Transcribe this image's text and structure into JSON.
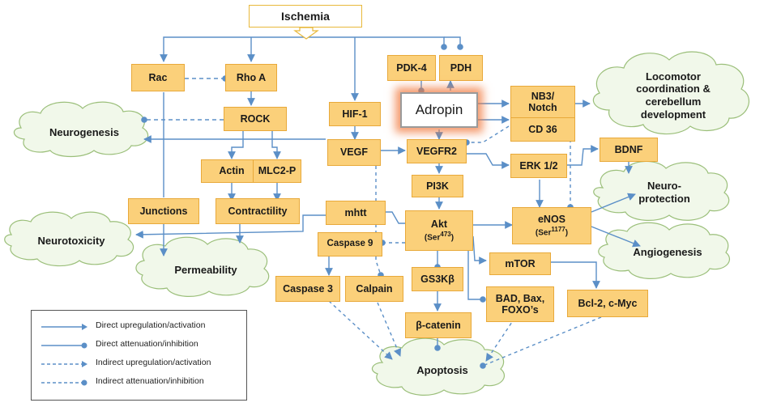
{
  "nodes": {
    "ischemia": "Ischemia",
    "rac": "Rac",
    "rhoa": "Rho A",
    "rock": "ROCK",
    "actin": "Actin",
    "mlc2p": "MLC2-P",
    "junctions": "Junctions",
    "contractility": "Contractility",
    "hif1": "HIF-1",
    "vegf": "VEGF",
    "pdk4": "PDK-4",
    "pdh": "PDH",
    "adropin": "Adropin",
    "nb3_notch_line1": "NB3/",
    "nb3_notch_line2": "Notch",
    "cd36": "CD 36",
    "vegfr2": "VEGFR2",
    "erk": "ERK 1/2",
    "bdnf": "BDNF",
    "pi3k": "PI3K",
    "mhtt": "mhtt",
    "akt_line1": "Akt",
    "akt_ser": "(Ser",
    "akt_sup": "473",
    "enos_line1": "eNOS",
    "enos_ser": "(Ser",
    "enos_sup": "1177",
    "caspase9": "Caspase 9",
    "caspase3": "Caspase 3",
    "calpain": "Calpain",
    "gsk3b": "GS3Kβ",
    "mtor": "mTOR",
    "bad_line1": "BAD, Bax,",
    "bad_line2": "FOXO’s",
    "bcl2": "Bcl-2, c-Myc",
    "bcatenin": "β-catenin"
  },
  "clouds": {
    "locomotor_line1": "Locomotor",
    "locomotor_line2": "coordination &",
    "locomotor_line3": "cerebellum",
    "locomotor_line4": "development",
    "neurogenesis": "Neurogenesis",
    "neuroprotection_line1": "Neuro-",
    "neuroprotection_line2": "protection",
    "neurotoxicity": "Neurotoxicity",
    "angiogenesis": "Angiogenesis",
    "permeability": "Permeability",
    "apoptosis": "Apoptosis"
  },
  "legend": [
    {
      "label": "Direct upregulation/activation",
      "style": "solid",
      "end": "arrow"
    },
    {
      "label": "Direct attenuation/inhibition",
      "style": "solid",
      "end": "dot"
    },
    {
      "label": "Indirect upregulation/activation",
      "style": "dashed",
      "end": "arrow"
    },
    {
      "label": "Indirect attenuation/inhibition",
      "style": "dashed",
      "end": "dot"
    }
  ],
  "colors": {
    "node_fill": "#fbd07a",
    "node_border": "#e8a93a",
    "cloud_fill": "#f1f8ea",
    "cloud_border": "#9bbf7a",
    "connector": "#5b8fc7",
    "adropin_glow": "#f0783c"
  }
}
